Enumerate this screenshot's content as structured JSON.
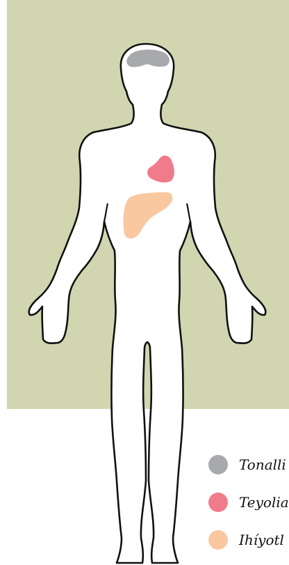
{
  "colors": {
    "background_panel": "#d2d6b0",
    "body_fill": "#ffffff",
    "body_outline": "#111111",
    "tonalli": "#a8a9ad",
    "teyolia": "#f07b8b",
    "ihiyotl": "#f9c8a0"
  },
  "legend": [
    {
      "id": "tonalli",
      "label": "Tonalli",
      "color": "#a8a9ad"
    },
    {
      "id": "teyolia",
      "label": "Teyolia",
      "color": "#f07b8b"
    },
    {
      "id": "ihiyotl",
      "label": "Ihíyotl",
      "color": "#f9c8a0"
    }
  ]
}
